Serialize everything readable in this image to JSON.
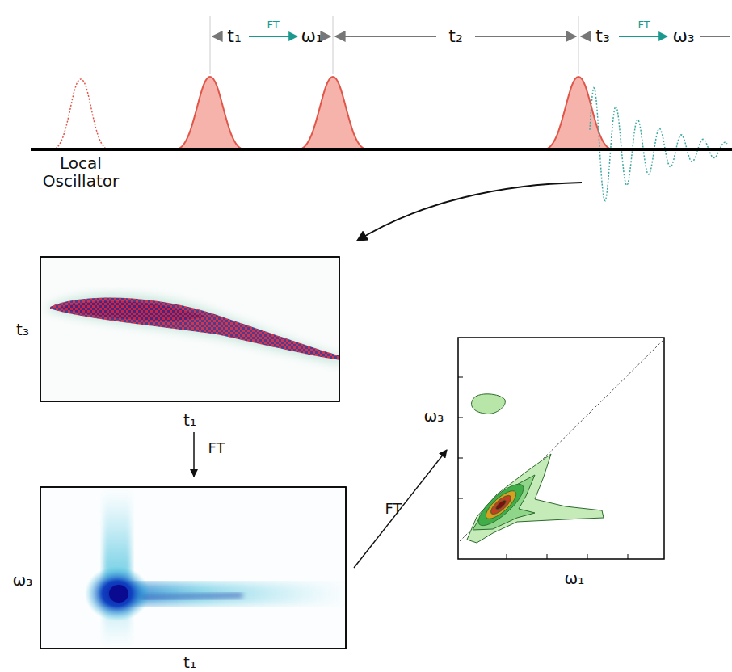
{
  "diagram": {
    "labels": [
      "t₁",
      "FT",
      "ω₁",
      "t₂",
      "t₃",
      "FT",
      "ω₃",
      "Local Oscillator",
      "t₃",
      "t₁",
      "FT",
      "ω₃",
      "t₁",
      "FT",
      "ω₃",
      "ω₁"
    ]
  }
}
